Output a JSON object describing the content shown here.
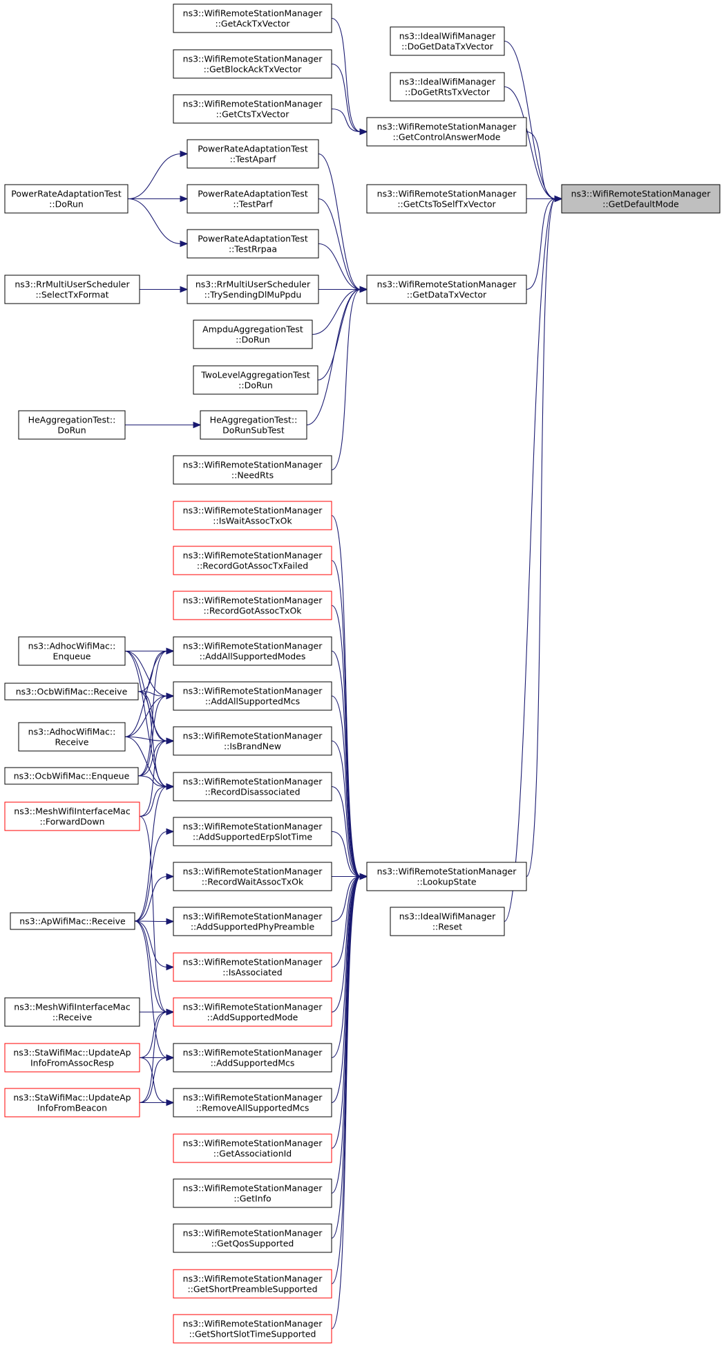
{
  "nodes": [
    {
      "id": "root",
      "lines": [
        "ns3::WifiRemoteStationManager",
        "::GetDefaultMode"
      ],
      "style": "root"
    },
    {
      "id": "getAckTx",
      "lines": [
        "ns3::WifiRemoteStationManager",
        "::GetAckTxVector"
      ],
      "style": "normal"
    },
    {
      "id": "idealDoGetData",
      "lines": [
        "ns3::IdealWifiManager",
        "::DoGetDataTxVector"
      ],
      "style": "normal"
    },
    {
      "id": "getBlockAck",
      "lines": [
        "ns3::WifiRemoteStationManager",
        "::GetBlockAckTxVector"
      ],
      "style": "normal"
    },
    {
      "id": "idealDoGetRts",
      "lines": [
        "ns3::IdealWifiManager",
        "::DoGetRtsTxVector"
      ],
      "style": "normal"
    },
    {
      "id": "getCtsTx",
      "lines": [
        "ns3::WifiRemoteStationManager",
        "::GetCtsTxVector"
      ],
      "style": "normal"
    },
    {
      "id": "getControlAnswer",
      "lines": [
        "ns3::WifiRemoteStationManager",
        "::GetControlAnswerMode"
      ],
      "style": "normal"
    },
    {
      "id": "testAparf",
      "lines": [
        "PowerRateAdaptationTest",
        "::TestAparf"
      ],
      "style": "normal"
    },
    {
      "id": "praDoRun",
      "lines": [
        "PowerRateAdaptationTest",
        "::DoRun"
      ],
      "style": "normal"
    },
    {
      "id": "testParf",
      "lines": [
        "PowerRateAdaptationTest",
        "::TestParf"
      ],
      "style": "normal"
    },
    {
      "id": "getCtsToSelf",
      "lines": [
        "ns3::WifiRemoteStationManager",
        "::GetCtsToSelfTxVector"
      ],
      "style": "normal"
    },
    {
      "id": "testRrpaa",
      "lines": [
        "PowerRateAdaptationTest",
        "::TestRrpaa"
      ],
      "style": "normal"
    },
    {
      "id": "selectTxFormat",
      "lines": [
        "ns3::RrMultiUserScheduler",
        "::SelectTxFormat"
      ],
      "style": "normal"
    },
    {
      "id": "trySendingDl",
      "lines": [
        "ns3::RrMultiUserScheduler",
        "::TrySendingDlMuPpdu"
      ],
      "style": "normal"
    },
    {
      "id": "getDataTx",
      "lines": [
        "ns3::WifiRemoteStationManager",
        "::GetDataTxVector"
      ],
      "style": "normal"
    },
    {
      "id": "ampduDoRun",
      "lines": [
        "AmpduAggregationTest",
        "::DoRun"
      ],
      "style": "normal"
    },
    {
      "id": "twoLevelDoRun",
      "lines": [
        "TwoLevelAggregationTest",
        "::DoRun"
      ],
      "style": "normal"
    },
    {
      "id": "heDoRun",
      "lines": [
        "HeAggregationTest::",
        "DoRun"
      ],
      "style": "normal"
    },
    {
      "id": "heDoRunSub",
      "lines": [
        "HeAggregationTest::",
        "DoRunSubTest"
      ],
      "style": "normal"
    },
    {
      "id": "needRts",
      "lines": [
        "ns3::WifiRemoteStationManager",
        "::NeedRts"
      ],
      "style": "normal"
    },
    {
      "id": "isWaitAssoc",
      "lines": [
        "ns3::WifiRemoteStationManager",
        "::IsWaitAssocTxOk"
      ],
      "style": "red"
    },
    {
      "id": "recGotFailed",
      "lines": [
        "ns3::WifiRemoteStationManager",
        "::RecordGotAssocTxFailed"
      ],
      "style": "red"
    },
    {
      "id": "recGotOk",
      "lines": [
        "ns3::WifiRemoteStationManager",
        "::RecordGotAssocTxOk"
      ],
      "style": "red"
    },
    {
      "id": "adhocEnqueue",
      "lines": [
        "ns3::AdhocWifiMac::",
        "Enqueue"
      ],
      "style": "normal"
    },
    {
      "id": "addAllModes",
      "lines": [
        "ns3::WifiRemoteStationManager",
        "::AddAllSupportedModes"
      ],
      "style": "normal"
    },
    {
      "id": "ocbReceive",
      "lines": [
        "ns3::OcbWifiMac::Receive"
      ],
      "style": "normal"
    },
    {
      "id": "addAllMcs",
      "lines": [
        "ns3::WifiRemoteStationManager",
        "::AddAllSupportedMcs"
      ],
      "style": "normal"
    },
    {
      "id": "adhocReceive",
      "lines": [
        "ns3::AdhocWifiMac::",
        "Receive"
      ],
      "style": "normal"
    },
    {
      "id": "isBrandNew",
      "lines": [
        "ns3::WifiRemoteStationManager",
        "::IsBrandNew"
      ],
      "style": "normal"
    },
    {
      "id": "ocbEnqueue",
      "lines": [
        "ns3::OcbWifiMac::Enqueue"
      ],
      "style": "normal"
    },
    {
      "id": "recDisassoc",
      "lines": [
        "ns3::WifiRemoteStationManager",
        "::RecordDisassociated"
      ],
      "style": "normal"
    },
    {
      "id": "meshForward",
      "lines": [
        "ns3::MeshWifiInterfaceMac",
        "::ForwardDown"
      ],
      "style": "red"
    },
    {
      "id": "addErpSlot",
      "lines": [
        "ns3::WifiRemoteStationManager",
        "::AddSupportedErpSlotTime"
      ],
      "style": "normal"
    },
    {
      "id": "recWaitAssoc",
      "lines": [
        "ns3::WifiRemoteStationManager",
        "::RecordWaitAssocTxOk"
      ],
      "style": "normal"
    },
    {
      "id": "lookupState",
      "lines": [
        "ns3::WifiRemoteStationManager",
        "::LookupState"
      ],
      "style": "normal"
    },
    {
      "id": "apReceive",
      "lines": [
        "ns3::ApWifiMac::Receive"
      ],
      "style": "normal"
    },
    {
      "id": "addPhyPreamble",
      "lines": [
        "ns3::WifiRemoteStationManager",
        "::AddSupportedPhyPreamble"
      ],
      "style": "normal"
    },
    {
      "id": "idealReset",
      "lines": [
        "ns3::IdealWifiManager",
        "::Reset"
      ],
      "style": "normal"
    },
    {
      "id": "isAssociated",
      "lines": [
        "ns3::WifiRemoteStationManager",
        "::IsAssociated"
      ],
      "style": "red"
    },
    {
      "id": "meshReceive",
      "lines": [
        "ns3::MeshWifiInterfaceMac",
        "::Receive"
      ],
      "style": "normal"
    },
    {
      "id": "addSuppMode",
      "lines": [
        "ns3::WifiRemoteStationManager",
        "::AddSupportedMode"
      ],
      "style": "red"
    },
    {
      "id": "staAssocResp",
      "lines": [
        "ns3::StaWifiMac::UpdateAp",
        "InfoFromAssocResp"
      ],
      "style": "red"
    },
    {
      "id": "addSuppMcs",
      "lines": [
        "ns3::WifiRemoteStationManager",
        "::AddSupportedMcs"
      ],
      "style": "normal"
    },
    {
      "id": "staBeacon",
      "lines": [
        "ns3::StaWifiMac::UpdateAp",
        "InfoFromBeacon"
      ],
      "style": "red"
    },
    {
      "id": "removeAllMcs",
      "lines": [
        "ns3::WifiRemoteStationManager",
        "::RemoveAllSupportedMcs"
      ],
      "style": "normal"
    },
    {
      "id": "getAssocId",
      "lines": [
        "ns3::WifiRemoteStationManager",
        "::GetAssociationId"
      ],
      "style": "red"
    },
    {
      "id": "getInfo",
      "lines": [
        "ns3::WifiRemoteStationManager",
        "::GetInfo"
      ],
      "style": "normal"
    },
    {
      "id": "getQos",
      "lines": [
        "ns3::WifiRemoteStationManager",
        "::GetQosSupported"
      ],
      "style": "normal"
    },
    {
      "id": "getShortPreamble",
      "lines": [
        "ns3::WifiRemoteStationManager",
        "::GetShortPreambleSupported"
      ],
      "style": "red"
    },
    {
      "id": "getShortSlot",
      "lines": [
        "ns3::WifiRemoteStationManager",
        "::GetShortSlotTimeSupported"
      ],
      "style": "red"
    }
  ],
  "edges": [
    [
      "idealDoGetData",
      "root"
    ],
    [
      "idealDoGetRts",
      "root"
    ],
    [
      "getControlAnswer",
      "root"
    ],
    [
      "getCtsToSelf",
      "root"
    ],
    [
      "getDataTx",
      "root"
    ],
    [
      "lookupState",
      "root"
    ],
    [
      "idealReset",
      "root"
    ],
    [
      "getAckTx",
      "getControlAnswer"
    ],
    [
      "getBlockAck",
      "getControlAnswer"
    ],
    [
      "getCtsTx",
      "getControlAnswer"
    ],
    [
      "praDoRun",
      "testAparf"
    ],
    [
      "praDoRun",
      "testParf"
    ],
    [
      "praDoRun",
      "testRrpaa"
    ],
    [
      "testAparf",
      "getDataTx"
    ],
    [
      "testParf",
      "getDataTx"
    ],
    [
      "testRrpaa",
      "getDataTx"
    ],
    [
      "selectTxFormat",
      "trySendingDl"
    ],
    [
      "trySendingDl",
      "getDataTx"
    ],
    [
      "ampduDoRun",
      "getDataTx"
    ],
    [
      "twoLevelDoRun",
      "getDataTx"
    ],
    [
      "heDoRun",
      "heDoRunSub"
    ],
    [
      "heDoRunSub",
      "getDataTx"
    ],
    [
      "needRts",
      "getDataTx"
    ],
    [
      "isWaitAssoc",
      "lookupState"
    ],
    [
      "recGotFailed",
      "lookupState"
    ],
    [
      "recGotOk",
      "lookupState"
    ],
    [
      "addAllModes",
      "lookupState"
    ],
    [
      "addAllMcs",
      "lookupState"
    ],
    [
      "isBrandNew",
      "lookupState"
    ],
    [
      "recDisassoc",
      "lookupState"
    ],
    [
      "addErpSlot",
      "lookupState"
    ],
    [
      "recWaitAssoc",
      "lookupState"
    ],
    [
      "addPhyPreamble",
      "lookupState"
    ],
    [
      "isAssociated",
      "lookupState"
    ],
    [
      "addSuppMode",
      "lookupState"
    ],
    [
      "addSuppMcs",
      "lookupState"
    ],
    [
      "removeAllMcs",
      "lookupState"
    ],
    [
      "getAssocId",
      "lookupState"
    ],
    [
      "getInfo",
      "lookupState"
    ],
    [
      "getQos",
      "lookupState"
    ],
    [
      "getShortPreamble",
      "lookupState"
    ],
    [
      "getShortSlot",
      "lookupState"
    ],
    [
      "adhocEnqueue",
      "addAllModes"
    ],
    [
      "adhocEnqueue",
      "addAllMcs"
    ],
    [
      "adhocEnqueue",
      "isBrandNew"
    ],
    [
      "adhocEnqueue",
      "recDisassoc"
    ],
    [
      "ocbReceive",
      "addAllModes"
    ],
    [
      "ocbReceive",
      "addAllMcs"
    ],
    [
      "ocbReceive",
      "isBrandNew"
    ],
    [
      "ocbReceive",
      "recDisassoc"
    ],
    [
      "adhocReceive",
      "addAllModes"
    ],
    [
      "adhocReceive",
      "addAllMcs"
    ],
    [
      "adhocReceive",
      "isBrandNew"
    ],
    [
      "adhocReceive",
      "recDisassoc"
    ],
    [
      "ocbEnqueue",
      "addAllModes"
    ],
    [
      "ocbEnqueue",
      "addAllMcs"
    ],
    [
      "ocbEnqueue",
      "isBrandNew"
    ],
    [
      "ocbEnqueue",
      "recDisassoc"
    ],
    [
      "meshForward",
      "isBrandNew"
    ],
    [
      "meshForward",
      "recDisassoc"
    ],
    [
      "meshForward",
      "addSuppMode"
    ],
    [
      "apReceive",
      "recDisassoc"
    ],
    [
      "apReceive",
      "addErpSlot"
    ],
    [
      "apReceive",
      "recWaitAssoc"
    ],
    [
      "apReceive",
      "addPhyPreamble"
    ],
    [
      "apReceive",
      "isAssociated"
    ],
    [
      "apReceive",
      "addSuppMode"
    ],
    [
      "apReceive",
      "addSuppMcs"
    ],
    [
      "meshReceive",
      "addSuppMode"
    ],
    [
      "staAssocResp",
      "addSuppMode"
    ],
    [
      "staAssocResp",
      "addSuppMcs"
    ],
    [
      "staAssocResp",
      "removeAllMcs"
    ],
    [
      "staBeacon",
      "addSuppMode"
    ],
    [
      "staBeacon",
      "addSuppMcs"
    ],
    [
      "staBeacon",
      "removeAllMcs"
    ]
  ]
}
